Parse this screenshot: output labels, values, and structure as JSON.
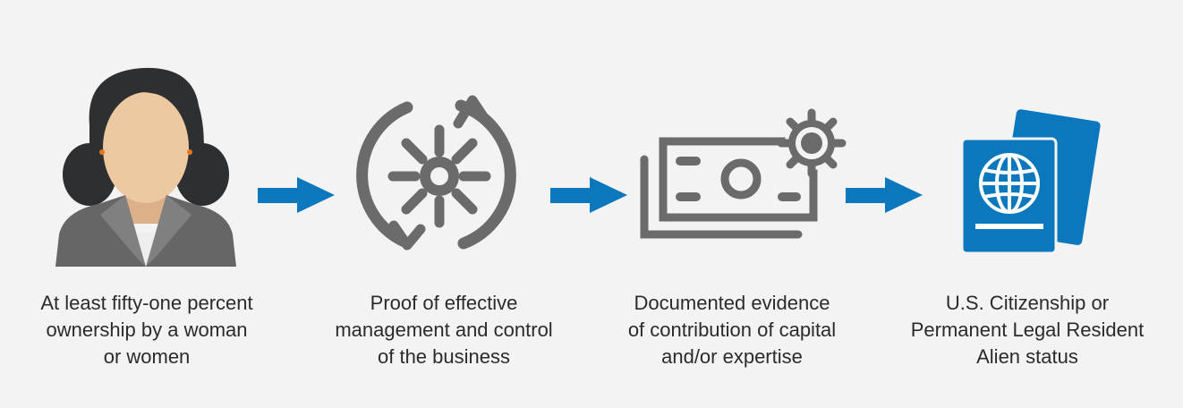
{
  "steps": [
    {
      "icon": "woman-owner-icon",
      "lines": [
        "At least fifty-one percent",
        "ownership by a woman",
        "or women"
      ]
    },
    {
      "icon": "gear-cycle-icon",
      "lines": [
        "Proof of effective",
        "management and control",
        "of the business"
      ]
    },
    {
      "icon": "money-gear-icon",
      "lines": [
        "Documented evidence",
        "of contribution of capital",
        "and/or expertise"
      ]
    },
    {
      "icon": "passport-icon",
      "lines": [
        "U.S. Citizenship or",
        "Permanent Legal Resident",
        "Alien status"
      ]
    }
  ],
  "colors": {
    "background": "#f3f3f3",
    "icon_gray": "#6b6b6b",
    "accent_blue": "#0b78bd",
    "hair": "#2e2f31",
    "skin": "#ecc9a0"
  }
}
